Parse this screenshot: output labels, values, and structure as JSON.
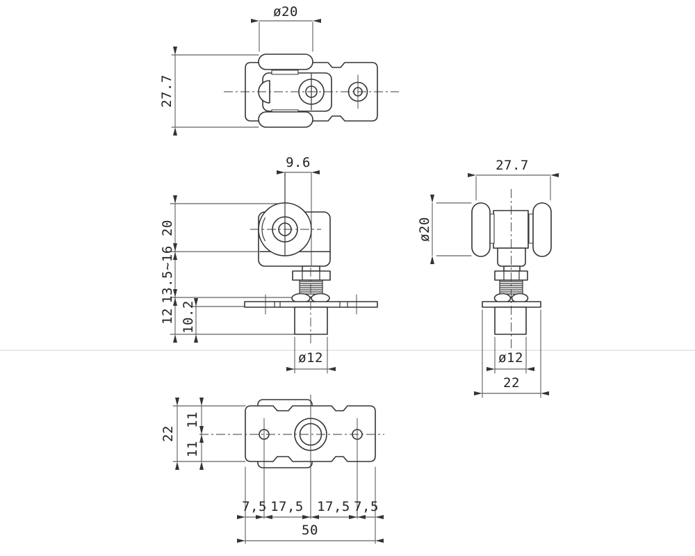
{
  "drawing": {
    "type": "engineering-orthographic-views",
    "subject": "adjustable hanger roller / trolley wheel assembly",
    "views": {
      "top": {
        "name": "top-view",
        "dia_label": "ø20",
        "height_label": "27.7"
      },
      "front": {
        "name": "front-view",
        "hub_offset": "9.6",
        "wheel_seg": "20",
        "adjust_seg": "13.5~16",
        "lower_seg": "12",
        "inner_seg": "10.2",
        "stem_dia": "ø12"
      },
      "side": {
        "name": "side-view",
        "width": "27.7",
        "roller_dia": "ø20",
        "stem_dia": "ø12",
        "plate_width": "22"
      },
      "bottom": {
        "name": "bottom-view",
        "depth": "22",
        "half_front": "11",
        "half_back": "11",
        "seg1": "7,5",
        "seg2": "17,5",
        "seg3": "17,5",
        "seg4": "7,5",
        "overall_width": "50"
      }
    }
  }
}
